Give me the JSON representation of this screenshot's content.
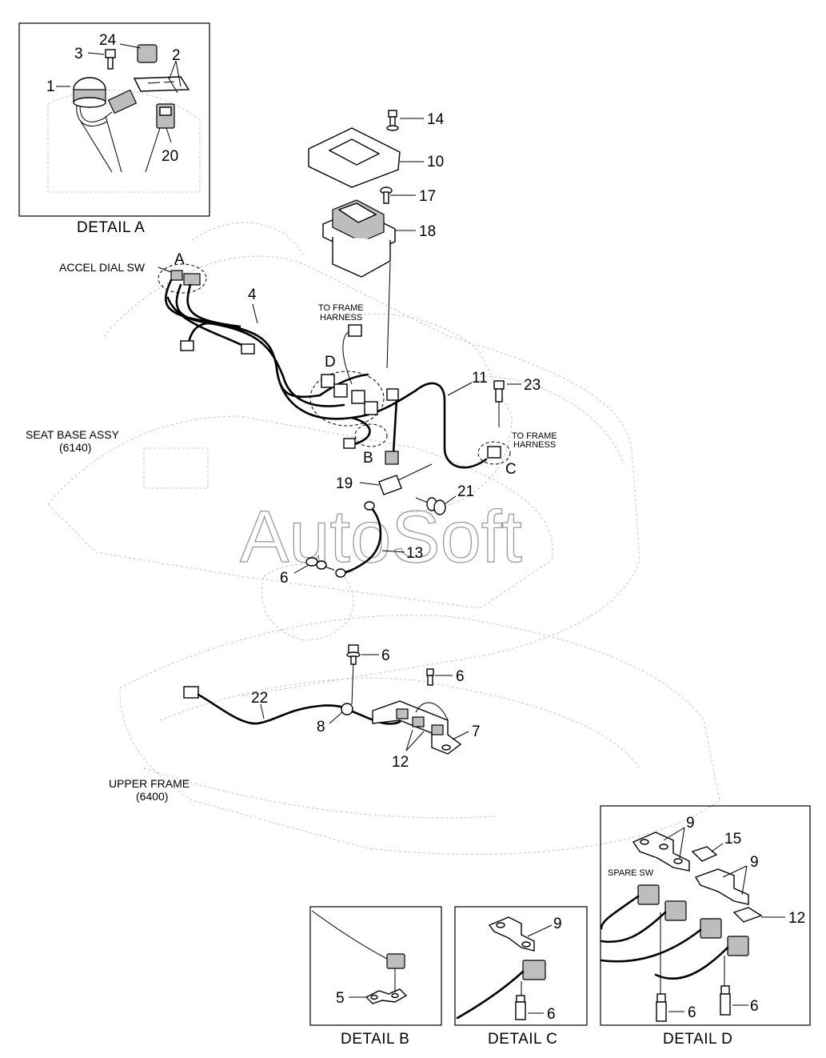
{
  "watermark": "AutoSoft",
  "captions": {
    "detail_a": "DETAIL  A",
    "detail_b": "DETAIL  B",
    "detail_c": "DETAIL  C",
    "detail_d": "DETAIL  D"
  },
  "callouts": {
    "accel_dial_sw": "ACCEL DIAL SW",
    "to_frame_harness_1_line1": "TO FRAME",
    "to_frame_harness_1_line2": "HARNESS",
    "to_frame_harness_2_line1": "TO FRAME",
    "to_frame_harness_2_line2": "HARNESS",
    "seat_base_assy": "SEAT BASE ASSY",
    "seat_base_code": "(6140)",
    "upper_frame": "UPPER FRAME",
    "upper_frame_code": "(6400)",
    "spare_sw": "SPARE SW"
  },
  "view_letters": {
    "a": "A",
    "b": "B",
    "c": "C",
    "d": "D"
  },
  "part_numbers": {
    "p1": "1",
    "p2": "2",
    "p3": "3",
    "p24": "24",
    "p20": "20",
    "p14": "14",
    "p10": "10",
    "p17": "17",
    "p18": "18",
    "p4": "4",
    "p11": "11",
    "p23": "23",
    "p19": "19",
    "p21": "21",
    "p13": "13",
    "p6_a": "6",
    "p6_b": "6",
    "p6_c": "6",
    "p22": "22",
    "p8": "8",
    "p7": "7",
    "p12": "12",
    "p9_d1": "9",
    "p15": "15",
    "p9_d2": "9",
    "p12_d": "12",
    "p6_d1": "6",
    "p6_d2": "6",
    "p5": "5",
    "p9_c": "9",
    "p6_dc": "6"
  }
}
